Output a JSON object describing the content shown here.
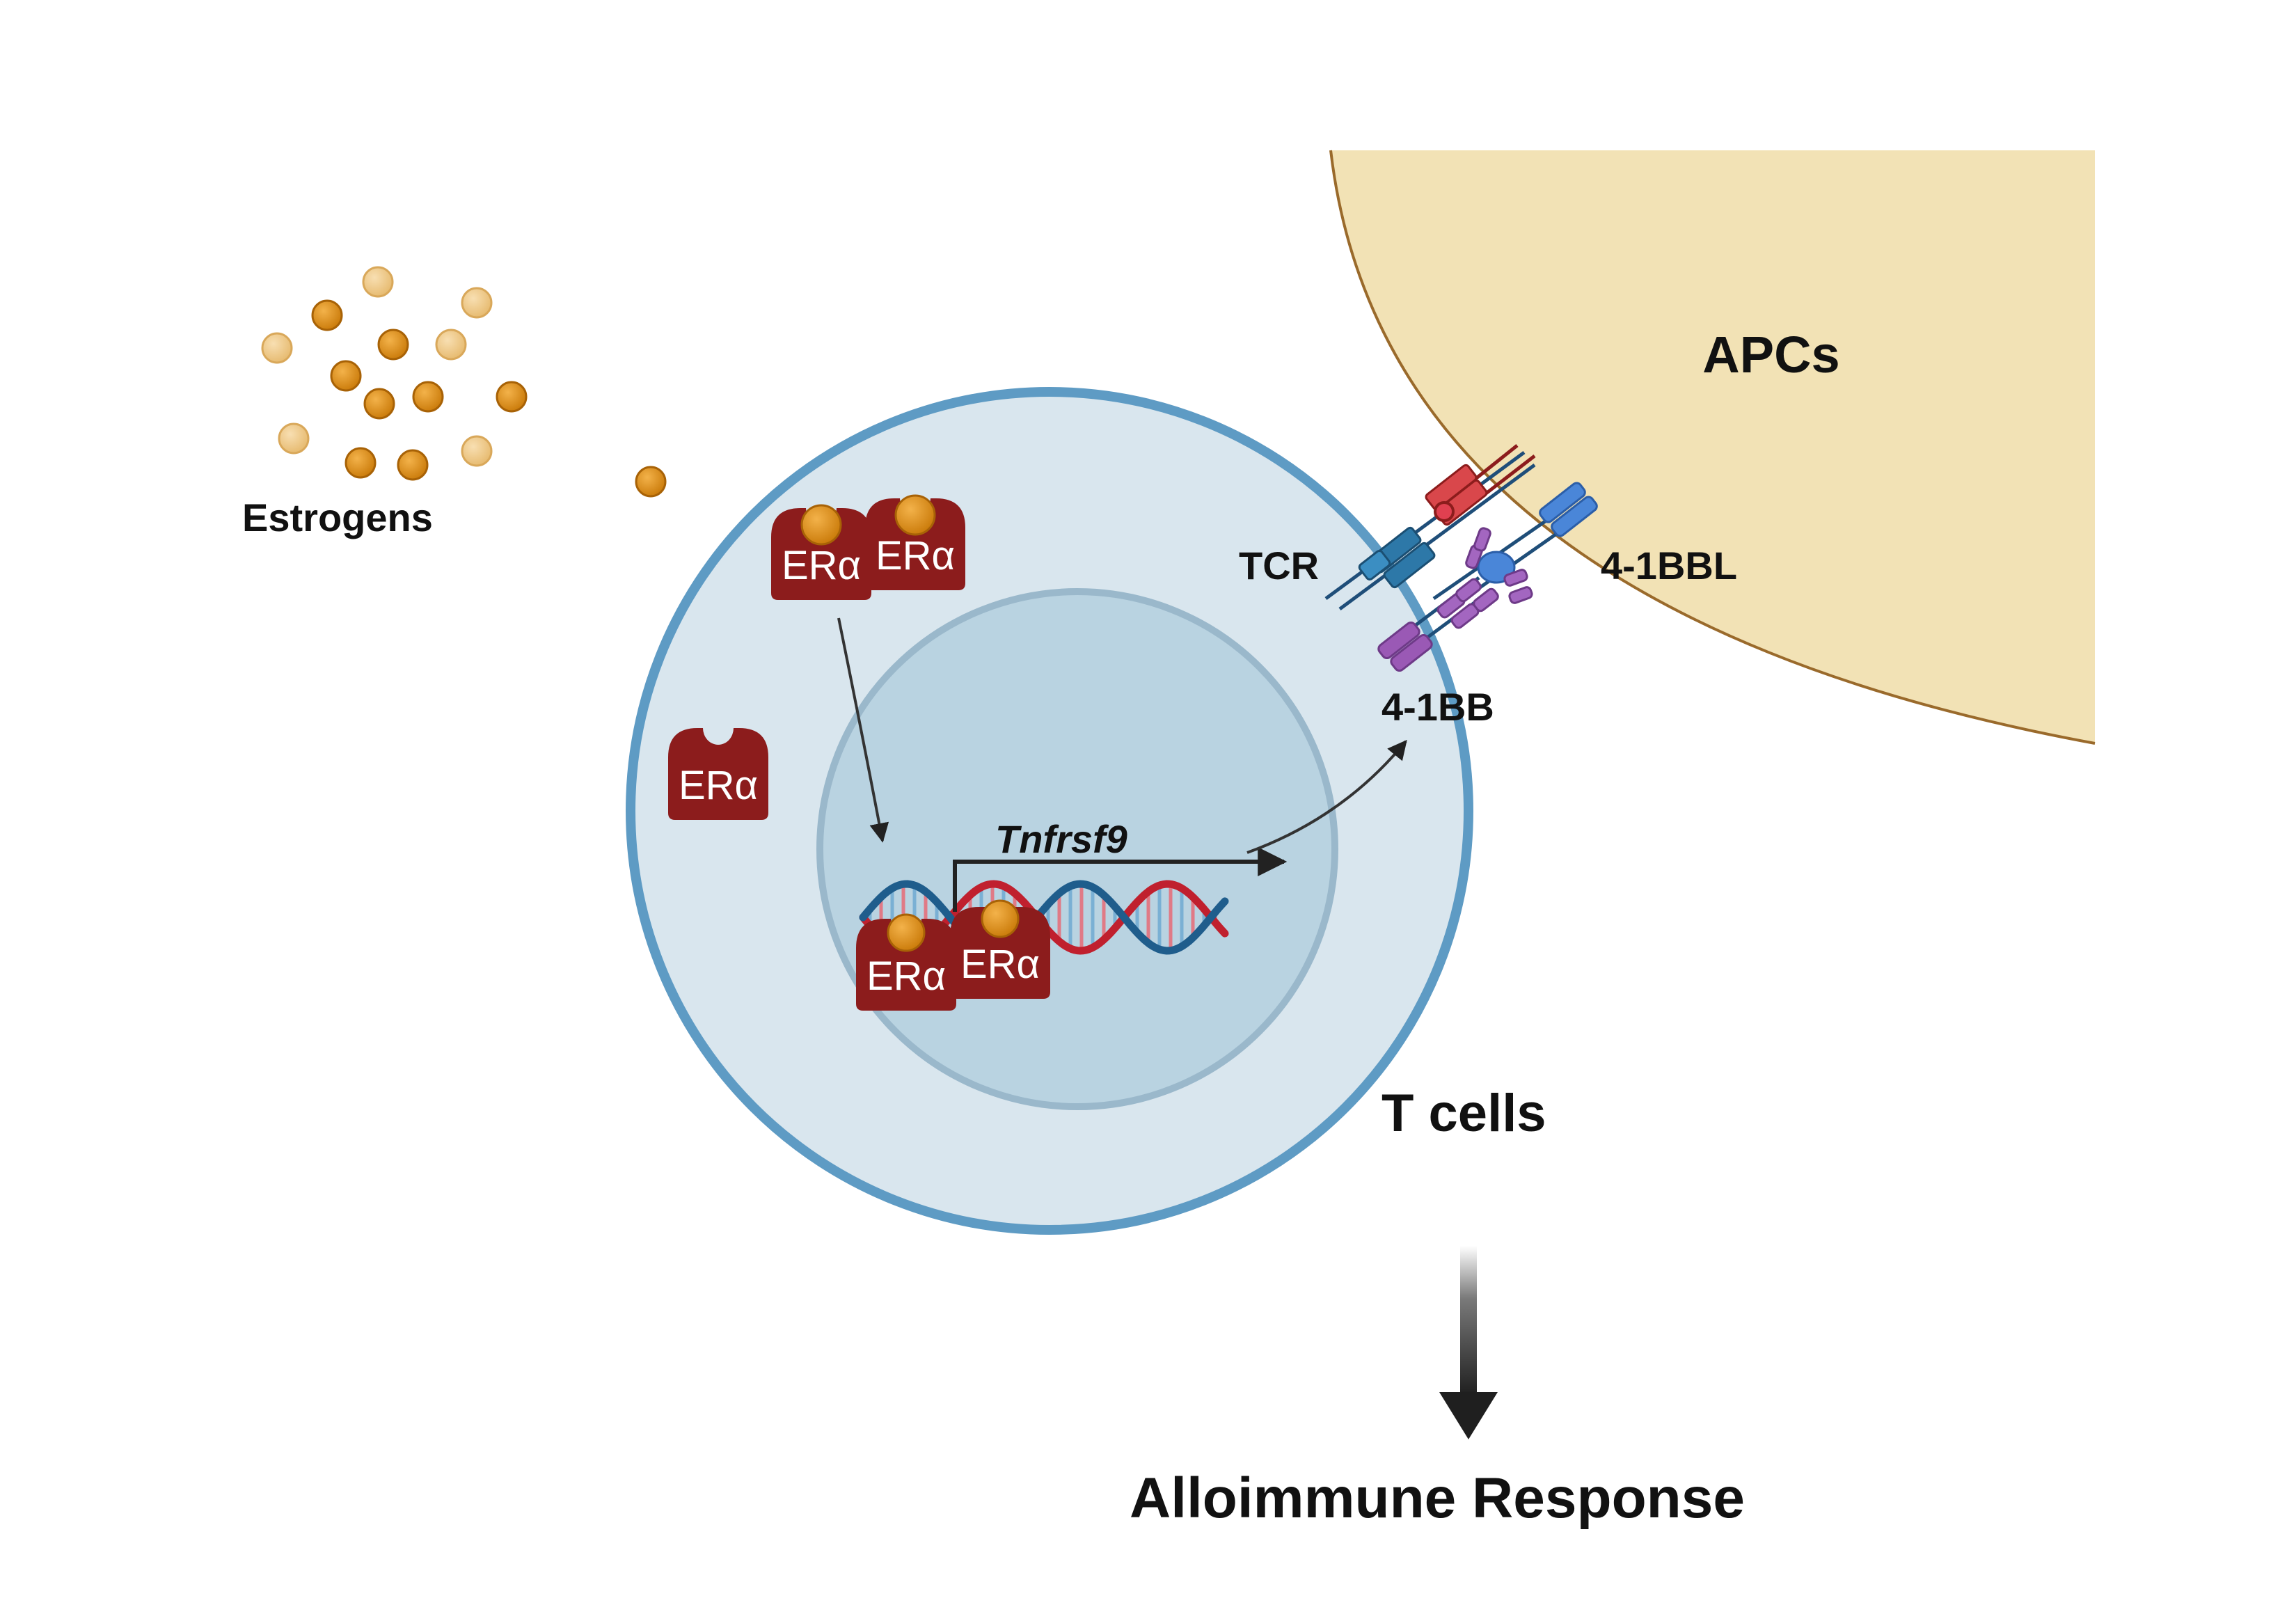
{
  "labels": {
    "estrogens": "Estrogens",
    "apcs": "APCs",
    "tcr": "TCR",
    "ligand": "4-1BBL",
    "receptor": "4-1BB",
    "t_cells": "T cells",
    "gene": "Tnfrsf9",
    "outcome": "Alloimmune Response"
  },
  "receptor_label": "ERα",
  "colors": {
    "apc_fill": "#f2e2b5",
    "apc_border": "#9a6a2b",
    "cell_fill": "#d9e6ee",
    "cell_border": "#5e9bc4",
    "nucleus_fill": "#b9d3e1",
    "nucleus_border": "#9ab8cb",
    "era": "#8c1c1c",
    "estrogen_dark": "#d4860b",
    "estrogen_light": "#efc98a",
    "dna_red": "#c0202e",
    "dna_blue": "#1f5d8c",
    "tcr_red": "#d9474b",
    "tcr_blue": "#2d78a8",
    "cd137_purple": "#9a59b5",
    "ligand_blue": "#4a86d8"
  }
}
